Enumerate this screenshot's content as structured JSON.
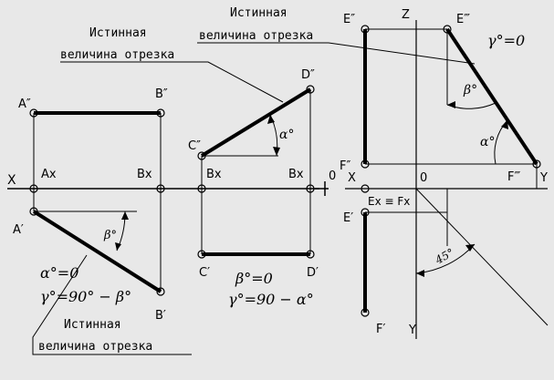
{
  "page": {
    "background": "#e8e8e8",
    "line_color": "#000000"
  },
  "labels": {
    "true_length": "Истинная",
    "true_length_2": "величина отрезка",
    "x": "X",
    "ax": "Ax",
    "bx": "Bx",
    "zero": "0",
    "z": "Z",
    "y": "Y",
    "ex_fx": "Ex ≡ Fx",
    "alpha": "α°",
    "beta": "β°",
    "angle_45": "45°"
  },
  "points": {
    "a2": "A″",
    "b2": "B″",
    "a1": "A′",
    "b1": "B′",
    "c2": "C″",
    "d2": "D″",
    "c1": "C′",
    "d1": "D′",
    "e2": "E″",
    "e3": "E‴",
    "e1": "E′",
    "f2": "F″",
    "f3": "F‴",
    "f1": "F′"
  },
  "formulas": {
    "case1_alpha": "α°=0",
    "case1_gamma": "γ°=90° − β°",
    "case2_beta": "β°=0",
    "case2_gamma": "γ°=90 − α°",
    "case3_gamma": "γ°=0"
  }
}
